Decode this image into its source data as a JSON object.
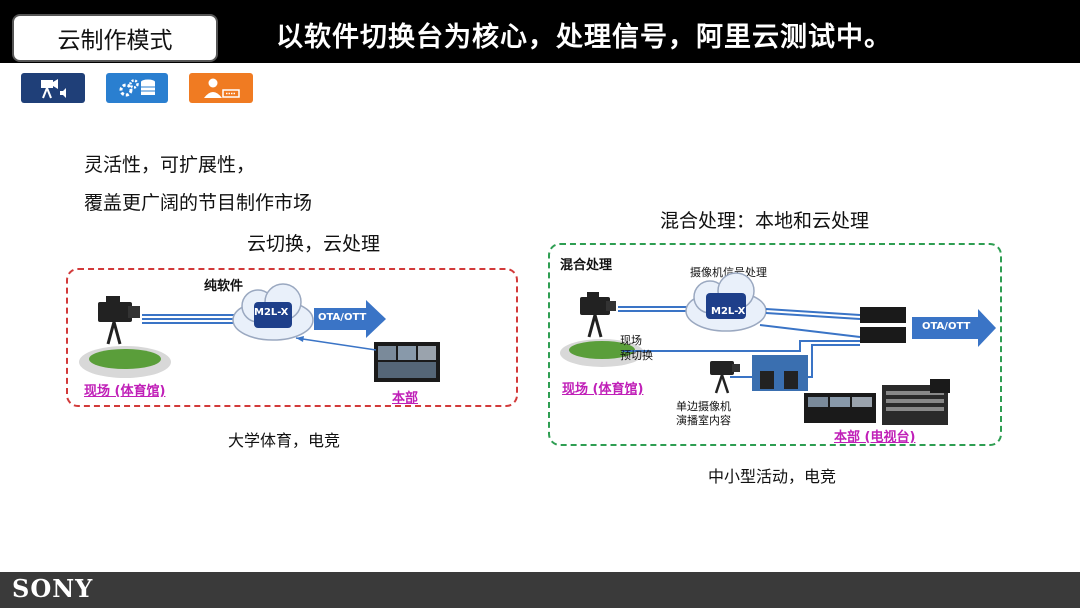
{
  "header": {
    "mode_tab": "云制作模式",
    "headline": "以软件切换台为核心，处理信号，阿里云测试中。"
  },
  "icon_buttons": [
    {
      "icon": "camera-audio-icon",
      "color": "#1f3f78"
    },
    {
      "icon": "gears-database-icon",
      "color": "#2a7fd0"
    },
    {
      "icon": "user-keyboard-icon",
      "color": "#f07b22"
    }
  ],
  "left": {
    "line1": "灵活性，可扩展性，",
    "line2": "覆盖更广阔的节目制作市场",
    "subtitle": "云切换，云处理",
    "diagram": {
      "title": "纯软件",
      "cloud_label": "M2L-X",
      "ott_label": "OTA/OTT",
      "venue_label": "现场 (体育馆)",
      "hq_label": "本部"
    },
    "caption": "大学体育，电竞"
  },
  "right": {
    "title": "混合处理：本地和云处理",
    "diagram": {
      "box_title": "混合处理",
      "cloud_caption": "摄像机信号处理",
      "cloud_label": "M2L-X",
      "ott_label": "OTA/OTT",
      "switch_note_1": "现场",
      "switch_note_2": "预切换",
      "venue_label": "现场 (体育馆)",
      "studio_note_1": "单边摄像机",
      "studio_note_2": "演播室内容",
      "hq_label": "本部 (电视台)"
    },
    "caption": "中小型活动，电竞"
  },
  "footer": {
    "brand": "SONY"
  },
  "colors": {
    "accent_blue": "#2a7fd0",
    "red_dashed": "#d23a3a",
    "green_dashed": "#2e9e52",
    "magenta_label": "#c020b8"
  }
}
